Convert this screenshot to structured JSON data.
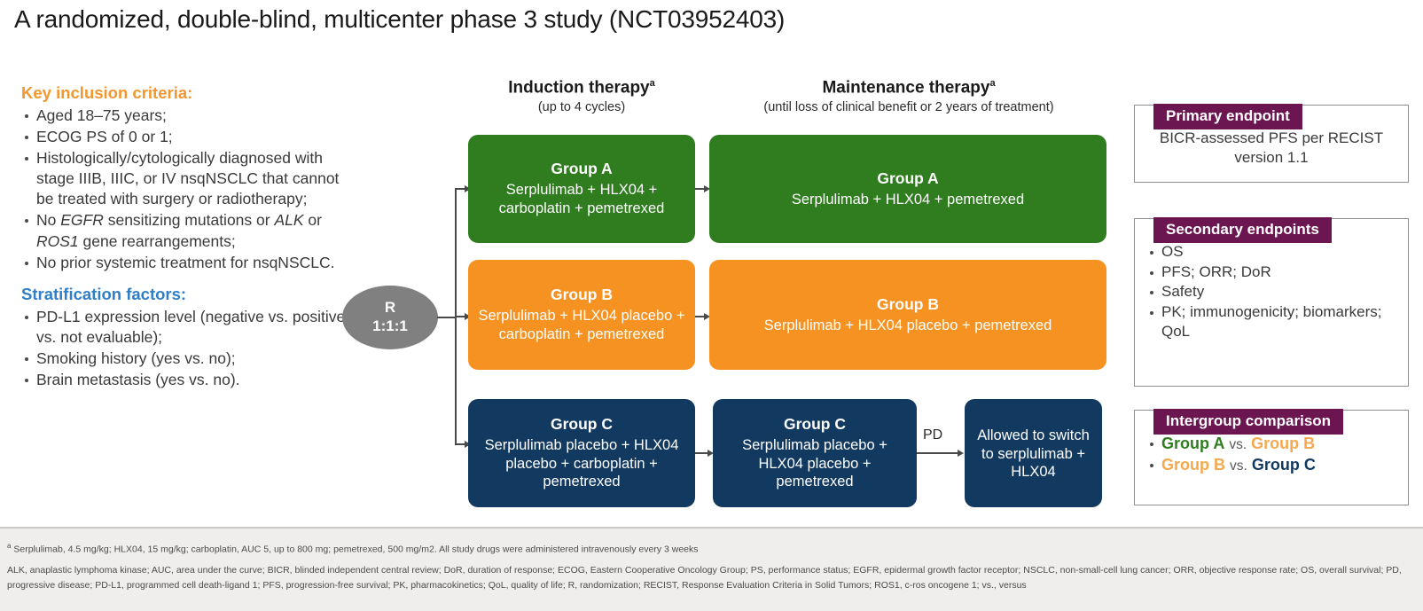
{
  "title": "A randomized, double-blind, multicenter phase 3 study (NCT03952403)",
  "left_panel": {
    "inclusion_heading": "Key inclusion criteria:",
    "inclusion_items": [
      "Aged 18–75 years;",
      "ECOG PS of 0 or 1;",
      "Histologically/cytologically diagnosed with stage IIIB, IIIC, or IV nsqNSCLC that cannot be treated with surgery or radiotherapy;",
      "No EGFR sensitizing mutations or ALK or ROS1 gene rearrangements;",
      "No prior systemic treatment for nsqNSCLC."
    ],
    "stratification_heading": "Stratification factors:",
    "stratification_items": [
      "PD-L1 expression level (negative vs. positive vs. not evaluable);",
      "Smoking history (yes vs. no);",
      "Brain metastasis (yes vs. no)."
    ]
  },
  "randomization": {
    "label": "R",
    "ratio": "1:1:1"
  },
  "columns": {
    "induction": {
      "title": "Induction therapy",
      "superscript": "a",
      "subtitle": "(up to 4 cycles)"
    },
    "maintenance": {
      "title": "Maintenance therapy",
      "superscript": "a",
      "subtitle": "(until loss of clinical benefit or 2 years of treatment)"
    }
  },
  "arms": {
    "induction_a": {
      "name": "Group A",
      "regimen": "Serplulimab + HLX04 + carboplatin + pemetrexed",
      "color": "#2f7d1f"
    },
    "induction_b": {
      "name": "Group B",
      "regimen": "Serplulimab + HLX04 placebo + carboplatin + pemetrexed",
      "color": "#f59221"
    },
    "induction_c": {
      "name": "Group C",
      "regimen": "Serplulimab placebo + HLX04 placebo + carboplatin + pemetrexed",
      "color": "#12395f"
    },
    "maintenance_a": {
      "name": "Group A",
      "regimen": "Serplulimab + HLX04 + pemetrexed",
      "color": "#2f7d1f"
    },
    "maintenance_b": {
      "name": "Group B",
      "regimen": "Serplulimab + HLX04 placebo + pemetrexed",
      "color": "#f59221"
    },
    "maintenance_c": {
      "name": "Group C",
      "regimen": "Serplulimab placebo + HLX04 placebo + pemetrexed",
      "color": "#12395f"
    },
    "crossover": {
      "regimen": "Allowed to switch to serplulimab + HLX04",
      "color": "#12395f",
      "transition_label": "PD"
    }
  },
  "endpoints": {
    "primary": {
      "header": "Primary endpoint",
      "text": "BICR-assessed PFS per RECIST version 1.1"
    },
    "secondary": {
      "header": "Secondary endpoints",
      "items": [
        "OS",
        "PFS; ORR; DoR",
        "Safety",
        "PK; immunogenicity; biomarkers; QoL"
      ]
    },
    "intergroup": {
      "header": "Intergroup comparison",
      "comparisons": [
        {
          "left": "Group A",
          "vs": "vs.",
          "right": "Group B"
        },
        {
          "left": "Group B",
          "vs": "vs.",
          "right": "Group C"
        }
      ]
    }
  },
  "footer": {
    "footnote_marker": "a",
    "footnote": "Serplulimab, 4.5 mg/kg; HLX04, 15 mg/kg; carboplatin, AUC 5, up to 800 mg; pemetrexed, 500 mg/m2. All study drugs were administered intravenously every 3 weeks",
    "abbreviations": "ALK, anaplastic lymphoma kinase; AUC, area under the curve; BICR, blinded independent central review; DoR, duration of response; ECOG, Eastern Cooperative Oncology Group; PS, performance status; EGFR, epidermal growth factor receptor; NSCLC, non-small-cell lung cancer; ORR, objective response rate; OS, overall survival; PD, progressive disease; PD-L1, programmed cell death-ligand 1; PFS, progression-free survival; PK, pharmacokinetics; QoL, quality of life; R, randomization; RECIST, Response Evaluation Criteria in Solid Tumors; ROS1, c-ros oncogene 1; vs., versus"
  },
  "colors": {
    "group_a": "#2f7d1f",
    "group_b": "#f59221",
    "group_c": "#12395f",
    "endpoint_header": "#6b1551",
    "inclusion_heading": "#f0972f",
    "stratification_heading": "#2f7fc8",
    "randomization": "#808080"
  }
}
